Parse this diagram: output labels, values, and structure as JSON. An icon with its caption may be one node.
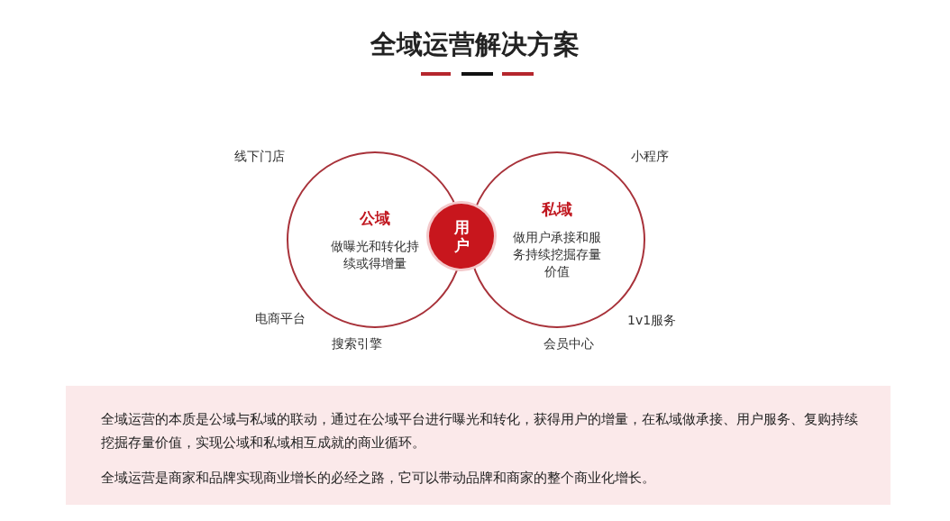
{
  "diagram": {
    "title": "全域运营解决方案",
    "nodes": [
      {
        "text": [
          "公域",
          "做曝光和转化持续或得增量"
        ]
      },
      {
        "text": [
          "私域",
          "做用户承接和服务持续挖掘存量价值"
        ]
      },
      {
        "text": [
          "用户"
        ]
      }
    ],
    "labels": [
      "线下门店",
      "小程序",
      "电商平台",
      "1v1服务",
      "搜索引擎",
      "会员中心",
      "全域运营的本质是公域与私域的联动，通过在公域平台进行曝光和转化，获得用户的增量，在私域做承接、用户服务、复购持续挖掘存量价值，实现公域和私域相互成就的商业循环。",
      "全域运营是商家和品牌实现商业增长的必经之路，它可以带动品牌和商家的整个商业化增长。"
    ]
  }
}
